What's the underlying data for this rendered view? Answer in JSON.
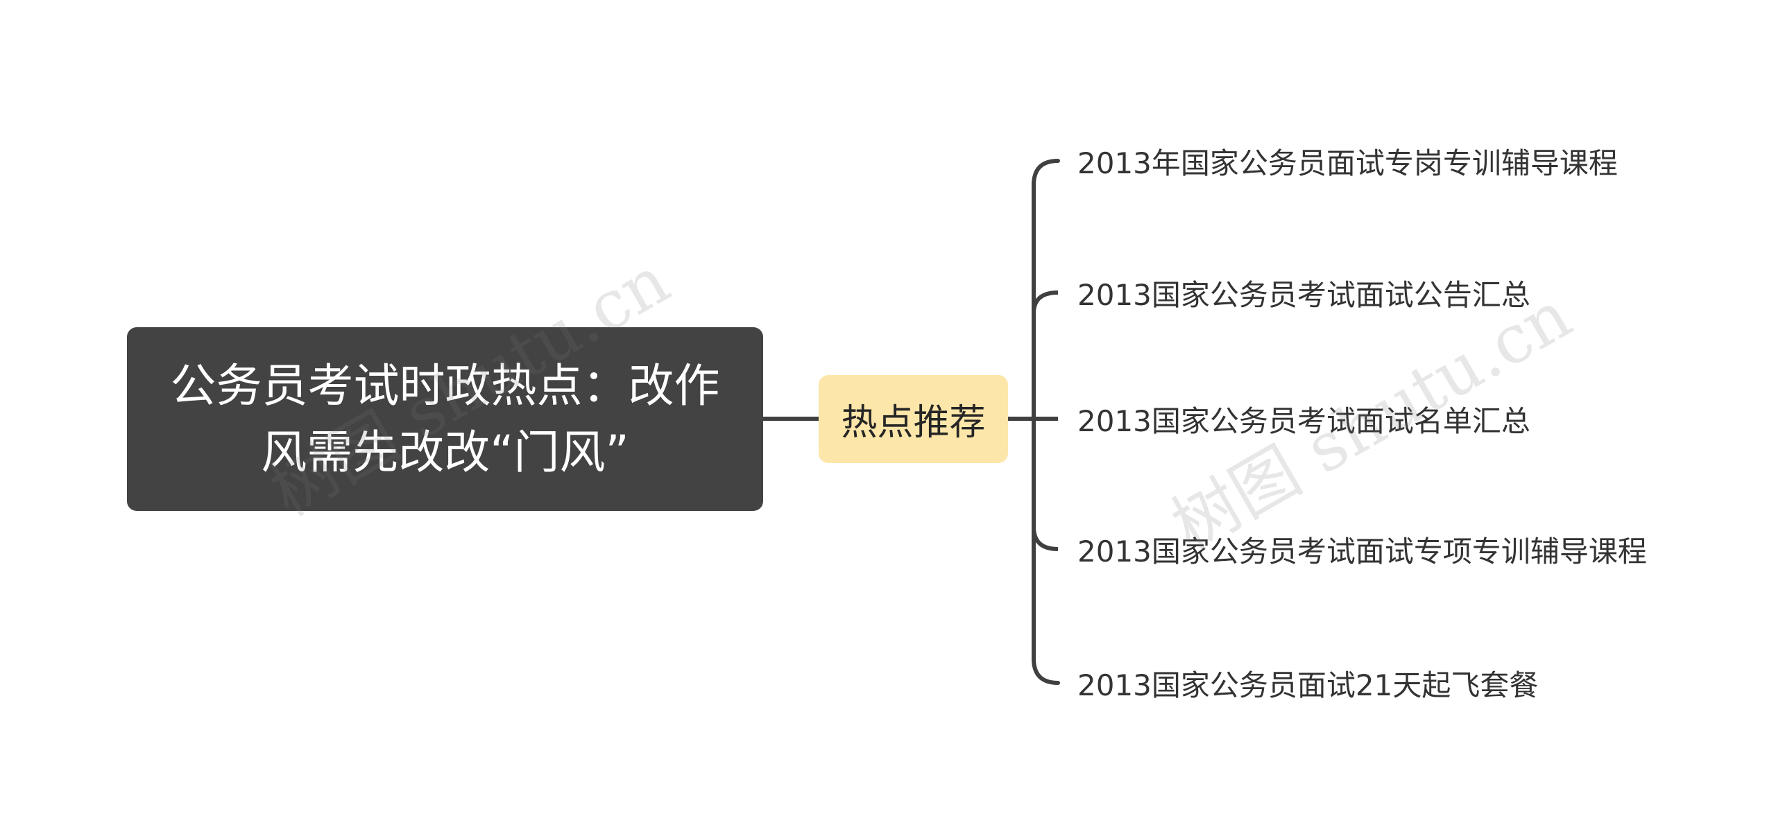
{
  "mindmap": {
    "root": {
      "text": "公务员考试时政热点：改作风需先改改“门风”"
    },
    "hub": {
      "text": "热点推荐"
    },
    "leaves": [
      "2013年国家公务员面试专岗专训辅导课程",
      "2013国家公务员考试面试公告汇总",
      "2013国家公务员考试面试名单汇总",
      "2013国家公务员考试面试专项专训辅导课程",
      "2013国家公务员面试21天起飞套餐"
    ]
  },
  "watermarks": [
    "树图 shutu.cn",
    "树图 shutu.cn"
  ],
  "colors": {
    "root_bg": "#434343",
    "root_text": "#ffffff",
    "hub_bg": "#fde6a9",
    "connector": "#404040",
    "leaf_text": "#333333"
  }
}
